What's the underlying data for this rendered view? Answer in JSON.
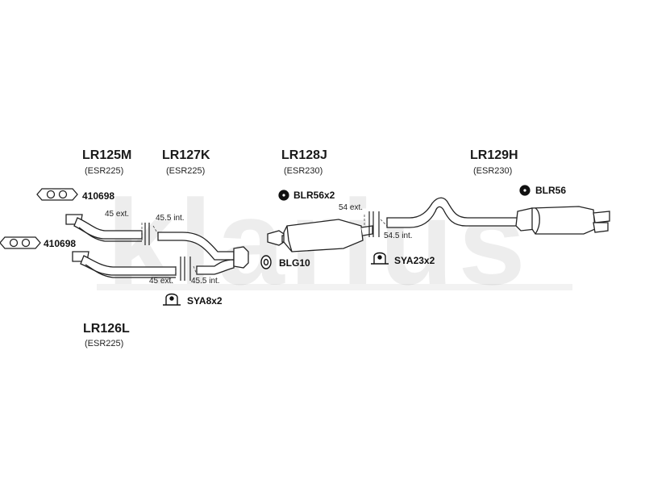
{
  "watermark": "klarius",
  "parts": [
    {
      "code": "LR125M",
      "ref": "(ESR225)"
    },
    {
      "code": "LR127K",
      "ref": "(ESR225)"
    },
    {
      "code": "LR128J",
      "ref": "(ESR230)"
    },
    {
      "code": "LR129H",
      "ref": "(ESR230)"
    },
    {
      "code": "LR126L",
      "ref": "(ESR225)"
    }
  ],
  "components": {
    "gasket_top": "410698",
    "gasket_bottom": "410698",
    "blr56x2": "BLR56x2",
    "blg10": "BLG10",
    "sya23x2": "SYA23x2",
    "sya8x2": "SYA8x2",
    "blr56": "BLR56"
  },
  "dimensions": {
    "d1": "45 ext.",
    "d2": "45.5 int.",
    "d3": "45 ext.",
    "d4": "45.5 int.",
    "d5": "54 ext.",
    "d6": "54.5 int."
  }
}
